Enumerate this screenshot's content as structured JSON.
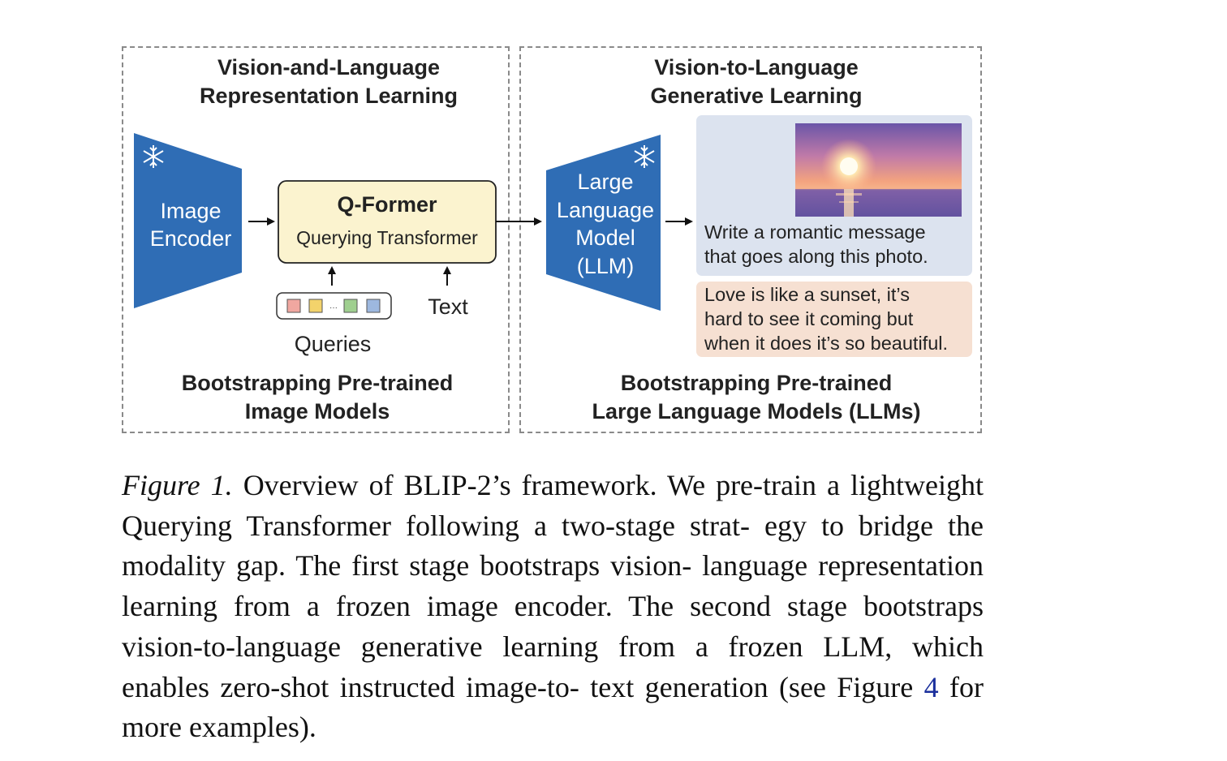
{
  "stage1": {
    "heading_line1": "Vision-and-Language",
    "heading_line2": "Representation Learning",
    "footer_line1": "Bootstrapping Pre-trained",
    "footer_line2": "Image Models",
    "image_encoder_line1": "Image",
    "image_encoder_line2": "Encoder",
    "qformer_title": "Q-Former",
    "qformer_subtitle": "Querying Transformer",
    "queries_label": "Queries",
    "text_label": "Text",
    "query_colors": [
      "#f0a7a0",
      "#f3d36b",
      "#9fcf8f",
      "#9db8df"
    ]
  },
  "stage2": {
    "heading_line1": "Vision-to-Language",
    "heading_line2": "Generative Learning",
    "footer_line1": "Bootstrapping Pre-trained",
    "footer_line2": "Large Language Models (LLMs)",
    "llm_line1": "Large",
    "llm_line2": "Language",
    "llm_line3": "Model",
    "llm_line4": "(LLM)",
    "prompt_line1": "Write a romantic message",
    "prompt_line2": "that goes along this photo.",
    "response_line1": "Love is like a sunset, it’s",
    "response_line2": "hard to see it coming but",
    "response_line3": "when it does it’s so beautiful."
  },
  "colors": {
    "model_blue": "#2f6db5",
    "qformer_fill": "#fbf3cf",
    "prompt_bg": "#dce3ef",
    "response_bg": "#f6e0d2",
    "frozen_icon": "snowflake-icon"
  },
  "caption": {
    "label": "Figure 1.",
    "text_before_ref": " Overview of BLIP-2’s framework.   We pre-train a lightweight Querying Transformer following a two-stage strat- egy to bridge the modality gap. The first stage bootstraps vision- language representation learning from a frozen image encoder. The second stage bootstraps vision-to-language generative learning from a frozen LLM, which enables zero-shot instructed image-to- text generation (see Figure ",
    "ref": "4",
    "text_after_ref": " for more examples)."
  }
}
